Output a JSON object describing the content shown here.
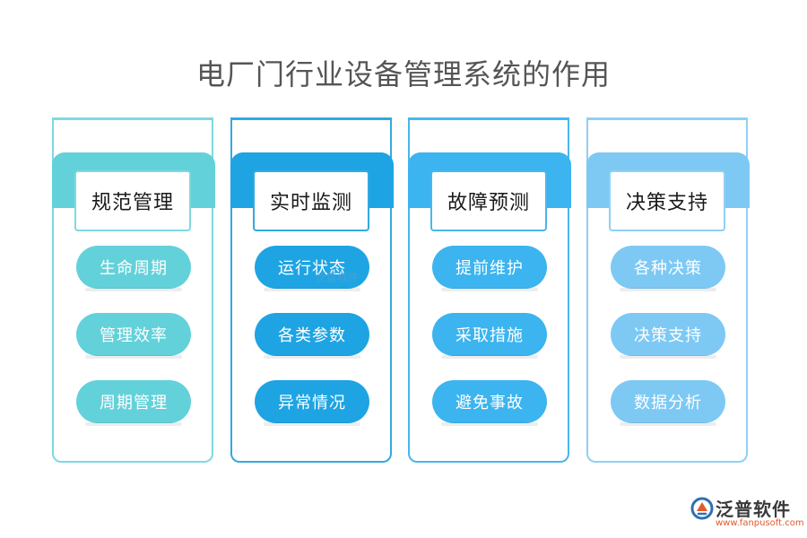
{
  "title": "电厂门行业设备管理系统的作用",
  "columns": [
    {
      "header": "规范管理",
      "items": [
        "生命周期",
        "管理效率",
        "周期管理"
      ],
      "colors": {
        "border": "#7fd9e0",
        "band": "#63d1da",
        "pill": "#63d1da"
      }
    },
    {
      "header": "实时监测",
      "items": [
        "运行状态",
        "各类参数",
        "异常情况"
      ],
      "colors": {
        "border": "#33a9e0",
        "band": "#1ea4e3",
        "pill": "#1ea4e3"
      }
    },
    {
      "header": "故障预测",
      "items": [
        "提前维护",
        "采取措施",
        "避免事故"
      ],
      "colors": {
        "border": "#49b6ee",
        "band": "#3bb4ef",
        "pill": "#3bb4ef"
      }
    },
    {
      "header": "决策支持",
      "items": [
        "各种决策",
        "决策支持",
        "数据分析"
      ],
      "colors": {
        "border": "#8fd0f5",
        "band": "#7dc9f4",
        "pill": "#7dc9f4"
      }
    }
  ],
  "logo": {
    "name": "泛普软件",
    "url": "www.fanpusoft.com",
    "icon": "fanpu-logo-icon"
  },
  "watermark": "泛普软件"
}
